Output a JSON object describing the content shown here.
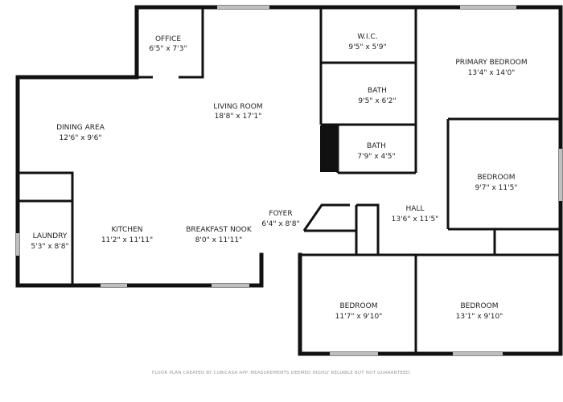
{
  "rooms": {
    "office": {
      "name": "OFFICE",
      "dims": "6'5\" x 7'3\""
    },
    "wic": {
      "name": "W.I.C.",
      "dims": "9'5\" x 5'9\""
    },
    "primary_bedroom": {
      "name": "PRIMARY BEDROOM",
      "dims": "13'4\" x 14'0\""
    },
    "living_room": {
      "name": "LIVING ROOM",
      "dims": "18'8\" x 17'1\""
    },
    "bath_1": {
      "name": "BATH",
      "dims": "9'5\" x 6'2\""
    },
    "dining_area": {
      "name": "DINING AREA",
      "dims": "12'6\" x 9'6\""
    },
    "bath_2": {
      "name": "BATH",
      "dims": "7'9\" x 4'5\""
    },
    "bedroom_east": {
      "name": "BEDROOM",
      "dims": "9'7\" x 11'5\""
    },
    "hall": {
      "name": "HALL",
      "dims": "13'6\" x 11'5\""
    },
    "foyer": {
      "name": "FOYER",
      "dims": "6'4\" x 8'8\""
    },
    "kitchen": {
      "name": "KITCHEN",
      "dims": "11'2\" x 11'11\""
    },
    "breakfast_nook": {
      "name": "BREAKFAST NOOK",
      "dims": "8'0\" x 11'11\""
    },
    "laundry": {
      "name": "LAUNDRY",
      "dims": "5'3\" x 8'8\""
    },
    "bedroom_sw": {
      "name": "BEDROOM",
      "dims": "11'7\" x 9'10\""
    },
    "bedroom_se": {
      "name": "BEDROOM",
      "dims": "13'1\" x 9'10\""
    }
  },
  "footer": "FLOOR PLAN CREATED BY CUBICASA APP. MEASUREMENTS DEEMED HIGHLY RELIABLE BUT NOT GUARANTEED.",
  "colors": {
    "wall": "#111111",
    "window": "#bfbfbf",
    "text": "#222222",
    "footer": "#999999"
  }
}
